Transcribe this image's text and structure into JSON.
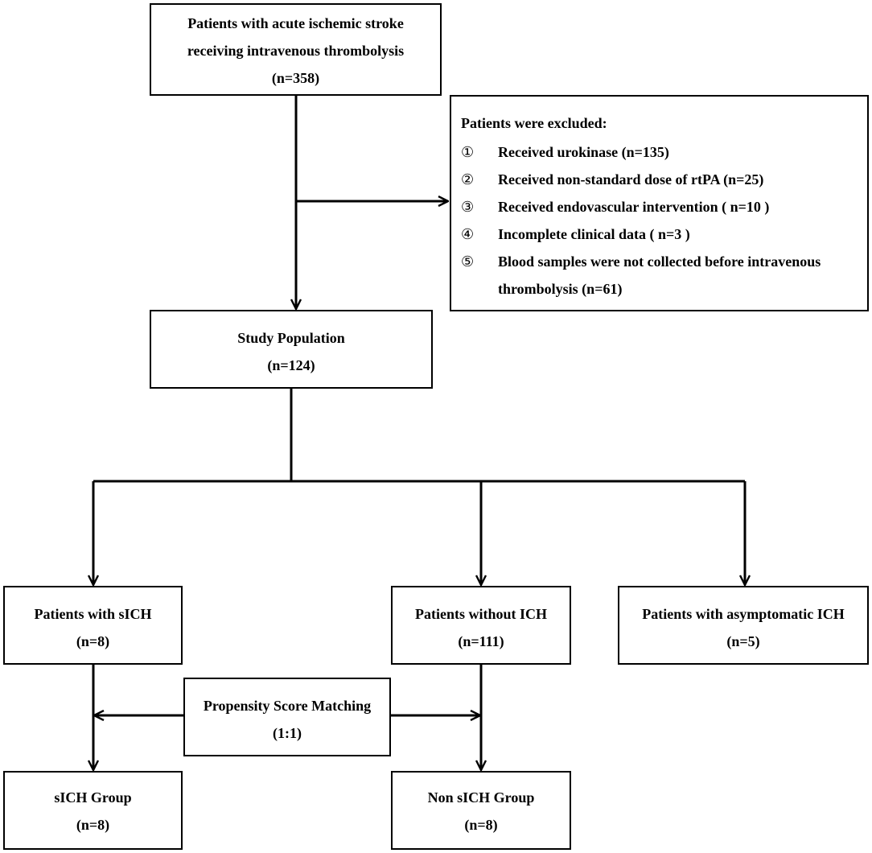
{
  "top_box": {
    "line1": "Patients with  acute ischemic stroke",
    "line2": "receiving intravenous thrombolysis",
    "line3": "(n=358)"
  },
  "exclusion_box": {
    "header": "Patients were excluded:",
    "items": [
      {
        "num": "①",
        "text": "Received urokinase (n=135)"
      },
      {
        "num": "②",
        "text": "Received non-standard  dose of rtPA (n=25)"
      },
      {
        "num": "③",
        "text": "Received endovascular  intervention  ( n=10 )"
      },
      {
        "num": "④",
        "text": "Incomplete clinical  data ( n=3 )"
      },
      {
        "num": "⑤",
        "text": "Blood samples were not collected before intravenous"
      }
    ],
    "continuation": "thrombolysis  (n=61)"
  },
  "study_box": {
    "line1": "Study  Population",
    "line2": "(n=124)"
  },
  "sich_box": {
    "line1": "Patients with  sICH",
    "line2": "(n=8)"
  },
  "no_ich_box": {
    "line1": "Patients without  ICH",
    "line2": "(n=111)"
  },
  "asym_box": {
    "line1": "Patients with asymptomatic  ICH",
    "line2": "(n=5)"
  },
  "psm_box": {
    "line1": "Propensity Score Matching",
    "line2": "(1:1)"
  },
  "sich_group_box": {
    "line1": "sICH Group",
    "line2": "(n=8)"
  },
  "non_sich_group_box": {
    "line1": "Non sICH Group",
    "line2": "(n=8)"
  }
}
